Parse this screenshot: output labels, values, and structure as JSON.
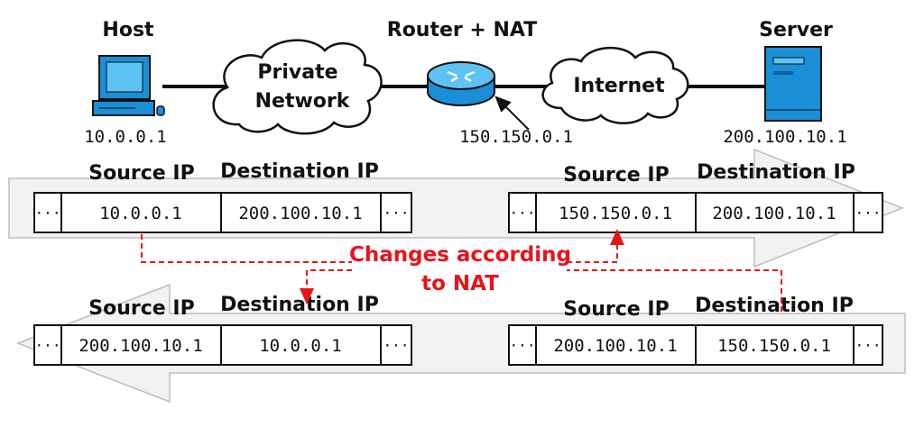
{
  "nodes": {
    "host": {
      "title": "Host",
      "ip": "10.0.0.1"
    },
    "private_network": {
      "line1": "Private",
      "line2": "Network"
    },
    "router": {
      "title": "Router + NAT",
      "ip": "150.150.0.1"
    },
    "internet": {
      "label": "Internet"
    },
    "server": {
      "title": "Server",
      "ip": "200.100.10.1"
    }
  },
  "headers": {
    "source": "Source IP",
    "destination": "Destination IP"
  },
  "ellipsis": "···",
  "packets": {
    "outbound_private": {
      "source": "10.0.0.1",
      "destination": "200.100.10.1"
    },
    "outbound_public": {
      "source": "150.150.0.1",
      "destination": "200.100.10.1"
    },
    "return_private": {
      "source": "200.100.10.1",
      "destination": "10.0.0.1"
    },
    "return_public": {
      "source": "200.100.10.1",
      "destination": "150.150.0.1"
    }
  },
  "nat_note": {
    "line1": "Changes according",
    "line2": "to NAT"
  },
  "colors": {
    "accent_red": "#e8141b",
    "device_blue": "#1a8fd6",
    "arrow_gray": "#f2f2f2"
  }
}
